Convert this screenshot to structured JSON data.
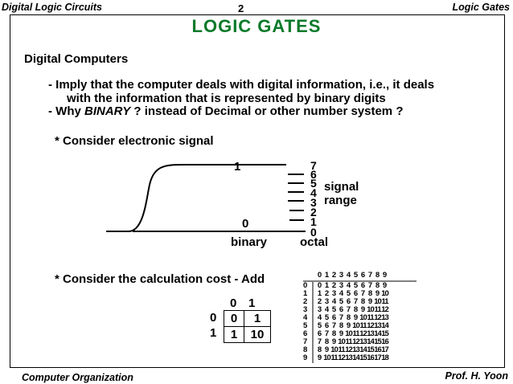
{
  "header": {
    "left": "Digital Logic Circuits",
    "center": "2",
    "right": "Logic Gates"
  },
  "title": "LOGIC  GATES",
  "section": "Digital Computers",
  "bullets": [
    "- Imply that the computer deals with digital information, i.e., it deals",
    "with the information that is represented by binary digits",
    "- Why ",
    "BINARY",
    " ? instead of Decimal or  other number system ?"
  ],
  "consider_signal": "* Consider electronic signal",
  "signal": {
    "binary_one": "1",
    "binary_zero": "0",
    "binary_label": "binary",
    "octal_levels": [
      "7",
      "6",
      "5",
      "4",
      "3",
      "2",
      "1",
      "0"
    ],
    "octal_label": "octal",
    "range_label_1": "signal",
    "range_label_2": "range"
  },
  "consider_calc": "* Consider the calculation cost - Add",
  "binary_add": {
    "cols": [
      "0",
      "1"
    ],
    "rows": [
      {
        "head": "0",
        "cells": [
          "0",
          "1"
        ]
      },
      {
        "head": "1",
        "cells": [
          "1",
          "10"
        ]
      }
    ]
  },
  "decimal_add": {
    "cols": [
      "0",
      "1",
      "2",
      "3",
      "4",
      "5",
      "6",
      "7",
      "8",
      "9"
    ],
    "rows": [
      [
        "0",
        "1",
        "2",
        "3",
        "4",
        "5",
        "6",
        "7",
        "8",
        "9"
      ],
      [
        "1",
        "2",
        "3",
        "4",
        "5",
        "6",
        "7",
        "8",
        "9",
        "10"
      ],
      [
        "2",
        "3",
        "4",
        "5",
        "6",
        "7",
        "8",
        "9",
        "10",
        "11"
      ],
      [
        "3",
        "4",
        "5",
        "6",
        "7",
        "8",
        "9",
        "10",
        "11",
        "12"
      ],
      [
        "4",
        "5",
        "6",
        "7",
        "8",
        "9",
        "10",
        "11",
        "12",
        "13"
      ],
      [
        "5",
        "6",
        "7",
        "8",
        "9",
        "10",
        "11",
        "12",
        "13",
        "14"
      ],
      [
        "6",
        "7",
        "8",
        "9",
        "10",
        "11",
        "12",
        "13",
        "14",
        "15"
      ],
      [
        "7",
        "8",
        "9",
        "10",
        "11",
        "12",
        "13",
        "14",
        "15",
        "16"
      ],
      [
        "8",
        "9",
        "10",
        "11",
        "12",
        "13",
        "14",
        "15",
        "16",
        "17"
      ],
      [
        "9",
        "10",
        "11",
        "12",
        "13",
        "14",
        "15",
        "16",
        "17",
        "18"
      ]
    ]
  },
  "footer": {
    "left": "Computer Organization",
    "right": "Prof.  H. Yoon"
  }
}
